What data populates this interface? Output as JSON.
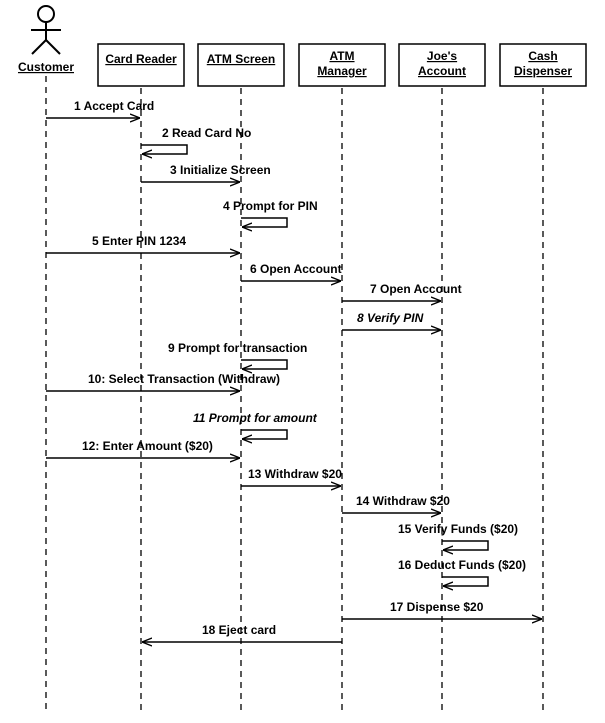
{
  "diagram": {
    "actor": {
      "label": "Customer",
      "icon": "stick-figure-icon"
    },
    "lifelines": [
      {
        "id": "customer",
        "lines": [
          "Customer"
        ],
        "boxed": false
      },
      {
        "id": "card-reader",
        "lines": [
          "Card Reader"
        ],
        "boxed": true
      },
      {
        "id": "atm-screen",
        "lines": [
          "ATM Screen"
        ],
        "boxed": true
      },
      {
        "id": "atm-manager",
        "lines": [
          "ATM",
          "Manager"
        ],
        "boxed": true
      },
      {
        "id": "joes-account",
        "lines": [
          "Joe's",
          "Account"
        ],
        "boxed": true
      },
      {
        "id": "cash-dispenser",
        "lines": [
          "Cash",
          "Dispenser"
        ],
        "boxed": true
      }
    ],
    "messages": [
      {
        "label": "1  Accept Card",
        "from": 0,
        "to": 1,
        "italic": false
      },
      {
        "label": "2  Read Card No",
        "from": 1,
        "to": 1,
        "italic": false
      },
      {
        "label": "3  Initialize Screen",
        "from": 1,
        "to": 2,
        "italic": false
      },
      {
        "label": "4  Prompt for PIN",
        "from": 2,
        "to": 2,
        "italic": false
      },
      {
        "label": "5  Enter PIN 1234",
        "from": 0,
        "to": 2,
        "italic": false
      },
      {
        "label": "6  Open Account",
        "from": 2,
        "to": 3,
        "italic": false
      },
      {
        "label": "7  Open Account",
        "from": 3,
        "to": 4,
        "italic": false
      },
      {
        "label": "8  Verify PIN",
        "from": 3,
        "to": 4,
        "italic": true
      },
      {
        "label": "9  Prompt for transaction",
        "from": 2,
        "to": 2,
        "italic": false
      },
      {
        "label": "10: Select Transaction (Withdraw)",
        "from": 0,
        "to": 2,
        "italic": false
      },
      {
        "label": "11  Prompt for amount",
        "from": 2,
        "to": 2,
        "italic": true
      },
      {
        "label": "12: Enter Amount ($20)",
        "from": 0,
        "to": 2,
        "italic": false
      },
      {
        "label": "13  Withdraw $20",
        "from": 2,
        "to": 3,
        "italic": false
      },
      {
        "label": "14  Withdraw $20",
        "from": 3,
        "to": 4,
        "italic": false
      },
      {
        "label": "15  Verify Funds ($20)",
        "from": 4,
        "to": 4,
        "italic": false
      },
      {
        "label": "16  Deduct Funds ($20)",
        "from": 4,
        "to": 4,
        "italic": false
      },
      {
        "label": "17  Dispense $20",
        "from": 3,
        "to": 5,
        "italic": false
      },
      {
        "label": "18  Eject card",
        "from": 3,
        "to": 1,
        "italic": false
      }
    ]
  }
}
